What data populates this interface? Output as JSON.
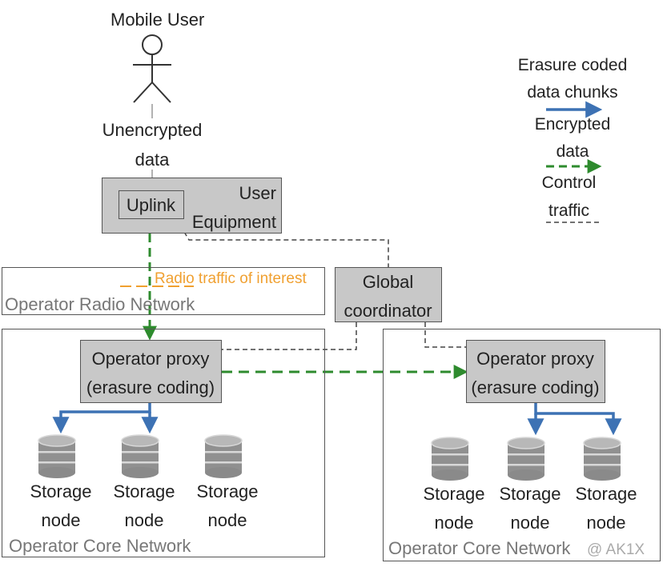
{
  "user": {
    "title": "Mobile User",
    "data_label_line1": "Unencrypted",
    "data_label_line2": "data"
  },
  "ue": {
    "uplink": "Uplink",
    "line1": "User",
    "line2": "Equipment"
  },
  "radio": {
    "label": "Operator Radio Network",
    "traffic": "Radio traffic of interest"
  },
  "coordinator": {
    "line1": "Global",
    "line2": "coordinator"
  },
  "core_left": {
    "label": "Operator Core Network",
    "proxy_line1": "Operator proxy",
    "proxy_line2": "(erasure coding)",
    "nodes": [
      {
        "line1": "Storage",
        "line2": "node"
      },
      {
        "line1": "Storage",
        "line2": "node"
      },
      {
        "line1": "Storage",
        "line2": "node"
      }
    ]
  },
  "core_right": {
    "label": "Operator Core Network",
    "proxy_line1": "Operator proxy",
    "proxy_line2": "(erasure coding)",
    "nodes": [
      {
        "line1": "Storage",
        "line2": "node"
      },
      {
        "line1": "Storage",
        "line2": "node"
      },
      {
        "line1": "Storage",
        "line2": "node"
      }
    ]
  },
  "legend": {
    "erasure_line1": "Erasure coded",
    "erasure_line2": "data chunks",
    "encrypted_line1": "Encrypted",
    "encrypted_line2": "data",
    "control_line1": "Control",
    "control_line2": "traffic"
  },
  "watermark": "@ AK1X",
  "colors": {
    "blue": "#3d72b4",
    "green": "#2e8b2e",
    "orange": "#f0a030",
    "box_grey": "#c8c8c8"
  },
  "icons": {
    "person": "stick-figure",
    "storage": "database-cylinder"
  }
}
